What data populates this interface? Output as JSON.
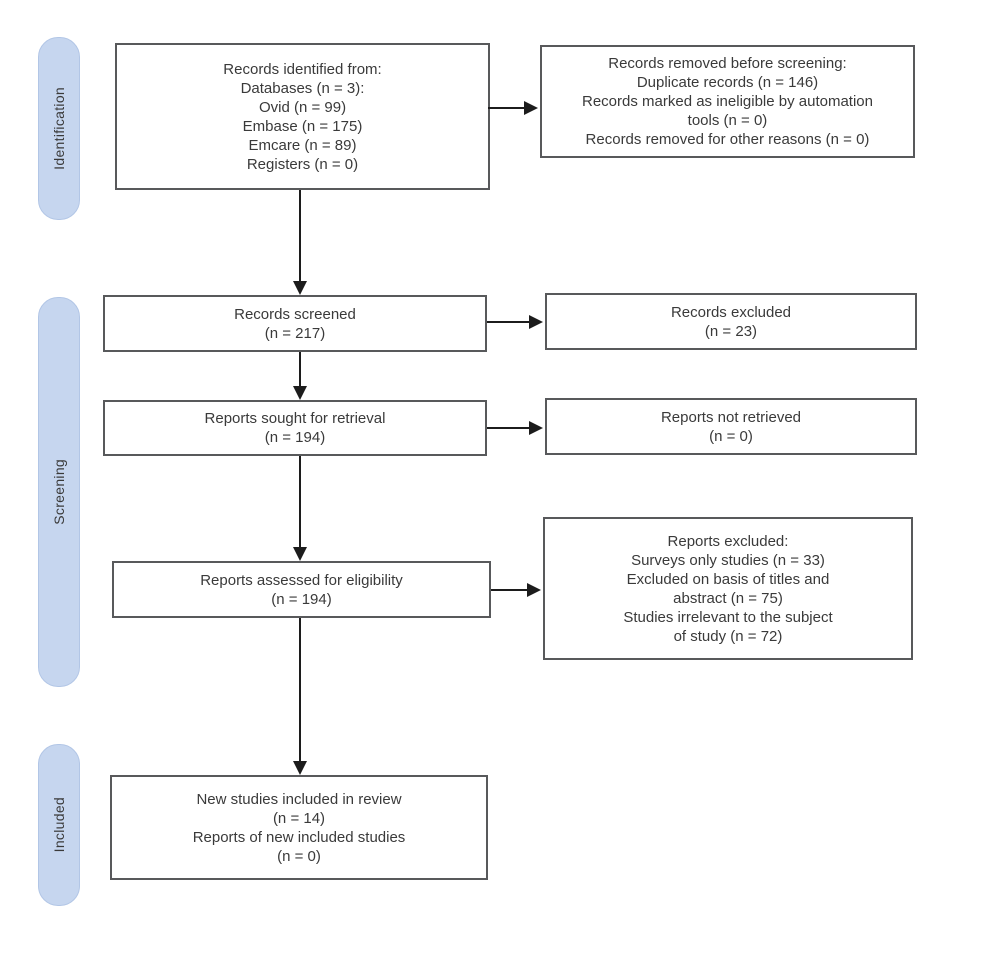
{
  "stages": [
    {
      "label": "Identification"
    },
    {
      "label": "Screening"
    },
    {
      "label": "Included"
    }
  ],
  "boxes": {
    "records_identified": {
      "text": "Records identified from:\nDatabases (n = 3):\nOvid (n = 99)\nEmbase (n = 175)\nEmcare (n = 89)\nRegisters (n = 0)"
    },
    "records_removed": {
      "text": "Records removed before screening:\nDuplicate records (n = 146)\nRecords marked as ineligible by automation\ntools (n = 0)\nRecords removed for other reasons (n = 0)"
    },
    "records_screened": {
      "text": "Records screened\n(n = 217)"
    },
    "records_excluded": {
      "text": "Records excluded\n(n = 23)"
    },
    "reports_sought": {
      "text": "Reports sought for retrieval\n(n = 194)"
    },
    "reports_not_retrieved": {
      "text": "Reports not retrieved\n(n = 0)"
    },
    "reports_assessed": {
      "text": "Reports assessed for eligibility\n(n = 194)"
    },
    "reports_excluded": {
      "text": "Reports excluded:\nSurveys only studies (n = 33)\nExcluded on basis of titles and\nabstract (n = 75)\nStudies irrelevant to the subject\nof study (n = 72)"
    },
    "new_studies_included": {
      "text": "New studies included in review\n(n = 14)\nReports of new included studies\n(n = 0)"
    }
  },
  "colors": {
    "stage_label_bg": "#c6d6ef",
    "stage_label_border": "#b2c6e6",
    "box_border": "#58595b",
    "arrow": "#1c1c1c",
    "text": "#3a3a3a",
    "background": "#ffffff"
  }
}
